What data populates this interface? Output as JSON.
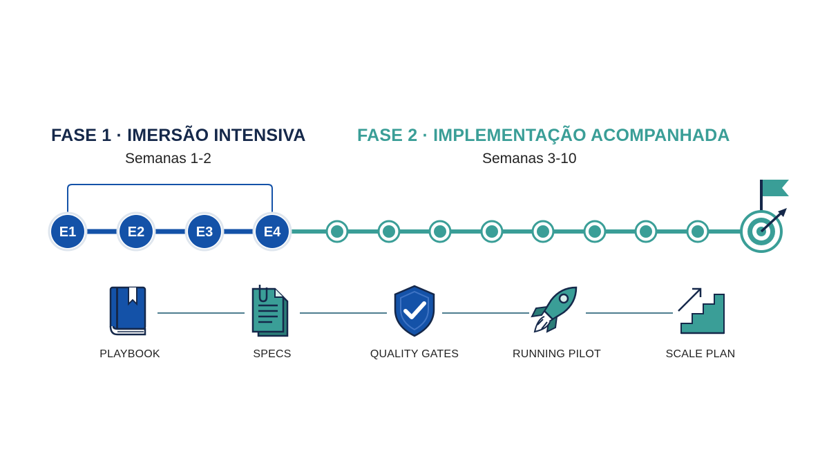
{
  "phases": [
    {
      "title": "FASE 1 · IMERSÃO INTENSIVA",
      "weeks": "Semanas 1-2",
      "color": "#15284a"
    },
    {
      "title": "FASE 2 · IMPLEMENTAÇÃO ACOMPANHADA",
      "weeks": "Semanas 3-10",
      "color": "#3a9e97"
    }
  ],
  "phase1_steps": [
    "E1",
    "E2",
    "E3",
    "E4"
  ],
  "colors": {
    "navy": "#15284a",
    "blue": "#1452a8",
    "teal": "#3a9e97",
    "teal_dark": "#2b7d78",
    "teal_light": "#d9efec"
  },
  "deliverables": [
    {
      "label": "PLAYBOOK",
      "icon": "book-icon"
    },
    {
      "label": "SPECS",
      "icon": "document-icon"
    },
    {
      "label": "QUALITY GATES",
      "icon": "shield-check-icon"
    },
    {
      "label": "RUNNING PILOT",
      "icon": "rocket-icon"
    },
    {
      "label": "SCALE PLAN",
      "icon": "stairs-icon"
    }
  ],
  "goal_icon": "target-flag-icon"
}
